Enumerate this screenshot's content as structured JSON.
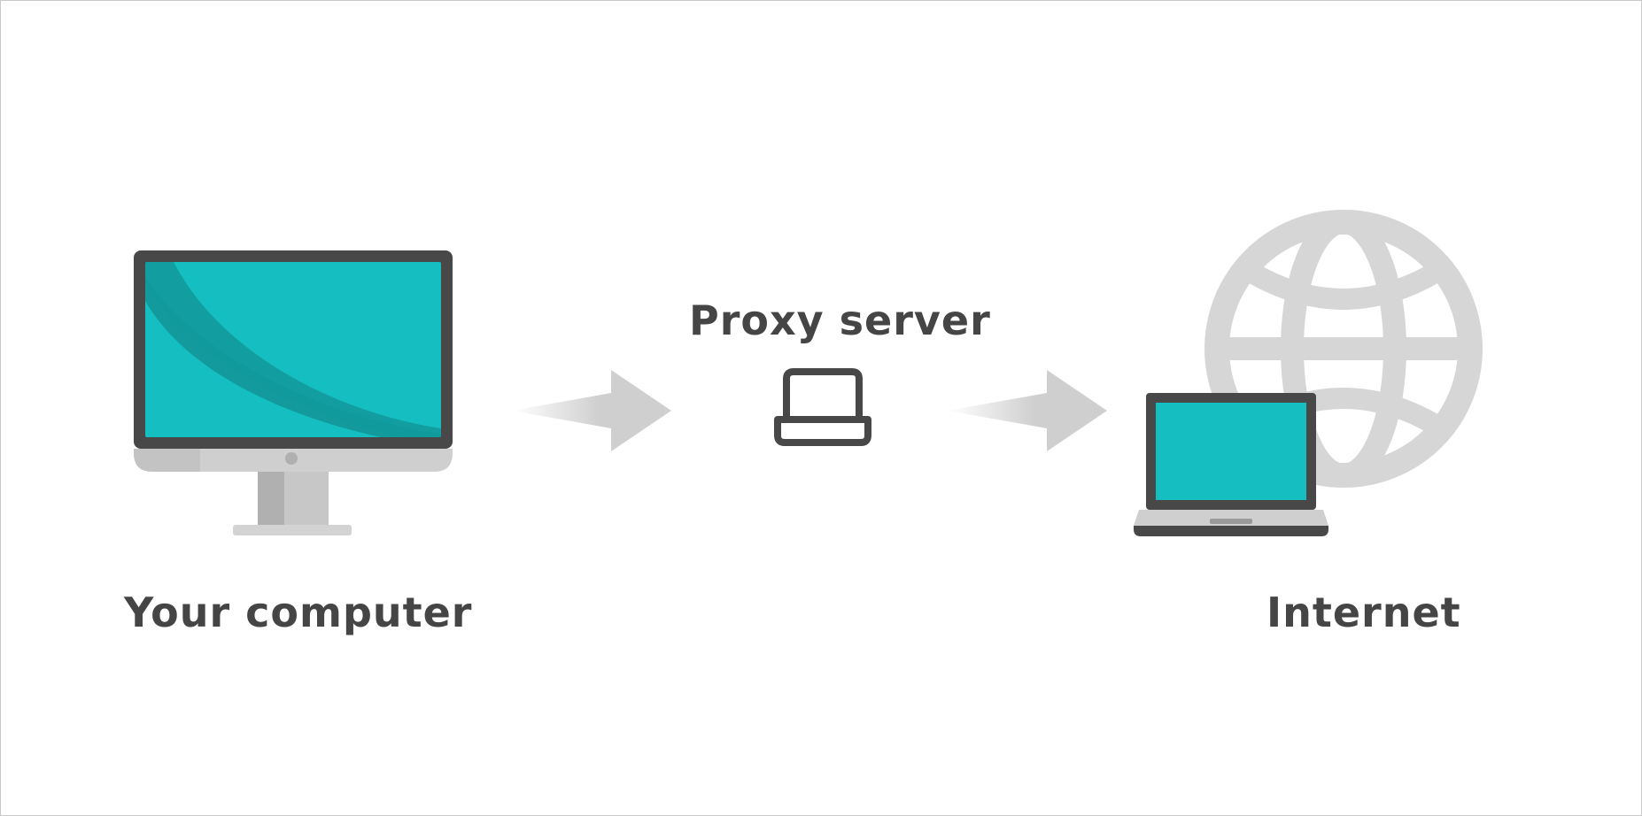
{
  "labels": {
    "computer": "Your computer",
    "proxy": "Proxy server",
    "internet": "Internet"
  },
  "icons": {
    "computer": "desktop-monitor-icon",
    "proxy": "laptop-outline-icon",
    "internet_globe": "globe-icon",
    "internet_laptop": "laptop-icon",
    "arrow": "arrow-right-icon"
  },
  "colors": {
    "screen": "#15bfc1",
    "screen_shade": "#129a9c",
    "bezel": "#484848",
    "stand": "#cfcfcf",
    "stand_shade": "#b3b3b3",
    "globe": "#d6d6d6",
    "arrow": "#cfcfcf",
    "text": "#454545"
  }
}
